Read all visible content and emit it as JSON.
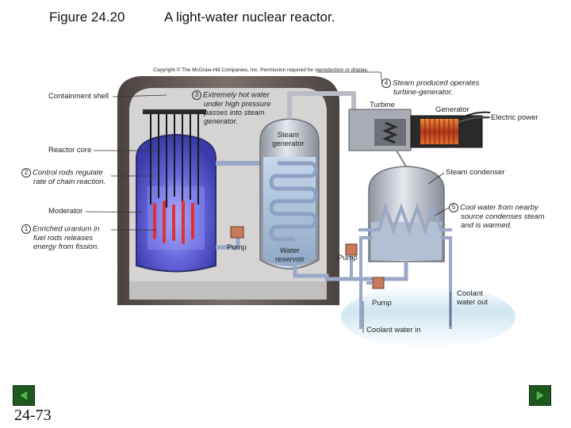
{
  "header": {
    "figure_number": "Figure 24.20",
    "figure_title": "A light-water nuclear reactor."
  },
  "copyright": "Copyright © The McGraw-Hill Companies, Inc. Permission required for reproduction or display.",
  "labels": {
    "containment_shell": "Containment shell",
    "reactor_core": "Reactor core",
    "control_rods_num": "2",
    "control_rods_line1": "Control rods regulate",
    "control_rods_line2": "rate of chain reaction.",
    "moderator": "Moderator",
    "enriched_num": "1",
    "enriched_line1": "Enriched uranium in",
    "enriched_line2": "fuel rods releases",
    "enriched_line3": "energy from fission.",
    "hot_water_num": "3",
    "hot_water_line1": "Extremely hot water",
    "hot_water_line2": "under high pressure",
    "hot_water_line3": "passes into steam",
    "hot_water_line4": "generator.",
    "steam_generator_line1": "Steam",
    "steam_generator_line2": "generator",
    "pump_left": "Pump",
    "water_reservoir_line1": "Water",
    "water_reservoir_line2": "reservoir",
    "steam_num": "4",
    "steam_line1": "Steam produced operates",
    "steam_line2": "turbine-generator.",
    "turbine": "Turbine",
    "generator": "Generator",
    "electric_power": "Electric power",
    "steam_condenser": "Steam condenser",
    "cool_num": "5",
    "cool_line1": "Cool water from nearby",
    "cool_line2": "source condenses steam",
    "cool_line3": "and is warmed.",
    "pump_middle": "Pump",
    "pump_bottom": "Pump",
    "coolant_out_line1": "Coolant",
    "coolant_out_line2": "water out",
    "coolant_in": "Coolant water in"
  },
  "footer": {
    "slide_number": "24-73"
  },
  "colors": {
    "containment": "#5c5450",
    "interior": "#cfcccc",
    "reactor_glow": "#5a5ad6",
    "fuel_rods": "#e03030",
    "steel": "#b9bcc4",
    "pipe": "#9aa8c8",
    "nav": "#1e5a1e"
  }
}
